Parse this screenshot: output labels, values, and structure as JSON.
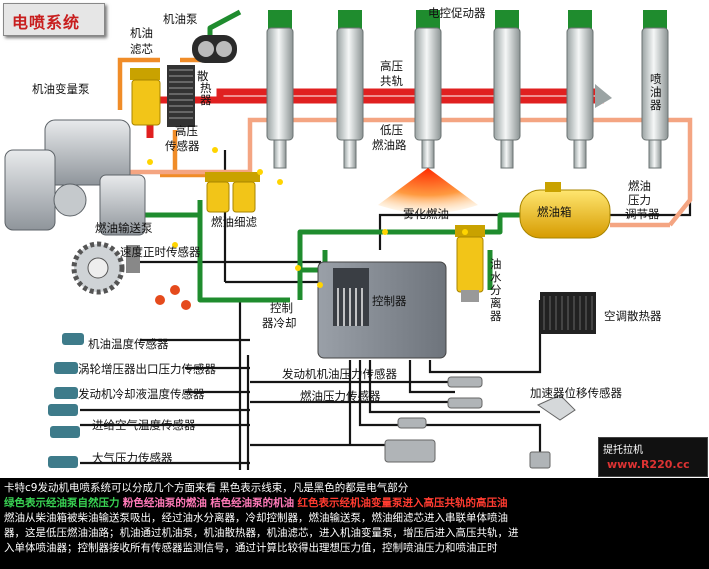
{
  "title": "电喷系统",
  "labels": {
    "injector": "电控促动器",
    "oil_pump": "机油泵",
    "oil_filter_v": "机油\n滤芯",
    "radiator_v": "散\n热\n器",
    "hp_rail": "高压\n共轨",
    "nozzle_v": "喷\n油\n器",
    "oil_var_pump": "机油变量泵",
    "hp_sensor": "高压\n传感器",
    "lp_fuel": "低压\n燃油路",
    "spray": "雾化燃油",
    "fuel_tank": "燃油箱",
    "fuel_pres_reg": "燃油\n压力\n调节器",
    "feed_pump": "燃油输送泵",
    "fuel_fine_filter": "燃油细滤",
    "speed_sensor": "速度正时传感器",
    "water_sep": "油\n水\n分\n离\n器",
    "controller_cool": "控制\n器冷却",
    "controller": "控制器",
    "ac_radiator": "空调散热器",
    "oil_temp": "机油温度传感器",
    "boost": "涡轮增压器出口压力传感器",
    "oil_pres": "发动机机油压力传感器",
    "coolant": "发动机冷却液温度传感器",
    "fuel_pres": "燃油压力传感器",
    "intake": "进给空气温度传感器",
    "accel": "加速器位移传感器",
    "baro": "大气压力传感器"
  },
  "watermark": {
    "line1": "提托拉机",
    "line2": "www.R220.cc"
  },
  "caption": {
    "line1": "卡特c9发动机电喷系统可以分成几个方面来看 黑色表示线束，凡是黑色的都是电气部分",
    "line2_green": "绿色表示经油泵自然压力",
    "line2_pink": "粉色经油泵的燃油",
    "line2_mid": "桔色经油泵的机油",
    "line2_red": "红色表示经机油变量泵进入高压共轨的高压油",
    "line3": "燃油从柴油箱被柴油输送泵吸出，经过油水分离器，冷却控制器，燃油输送泵，燃油细滤芯进入串联单体喷油",
    "line4": "器，这是低压燃油油路；机油通过机油泵，机油散热器，机油滤芯，进入机油变量泵，增压后进入高压共轨，进",
    "line5": "入单体喷油器；控制器接收所有传感器监测信号，通过计算比较得出理想压力值，控制喷油压力和喷油正时"
  },
  "colors": {
    "high_pressure": "#e02020",
    "low_fuel_return": "#f4a582",
    "orange": "#f08c28",
    "green": "#1f8c2e",
    "wire": "#151515",
    "injector_body": "#dfe3e3",
    "tank": "#f2c518"
  }
}
